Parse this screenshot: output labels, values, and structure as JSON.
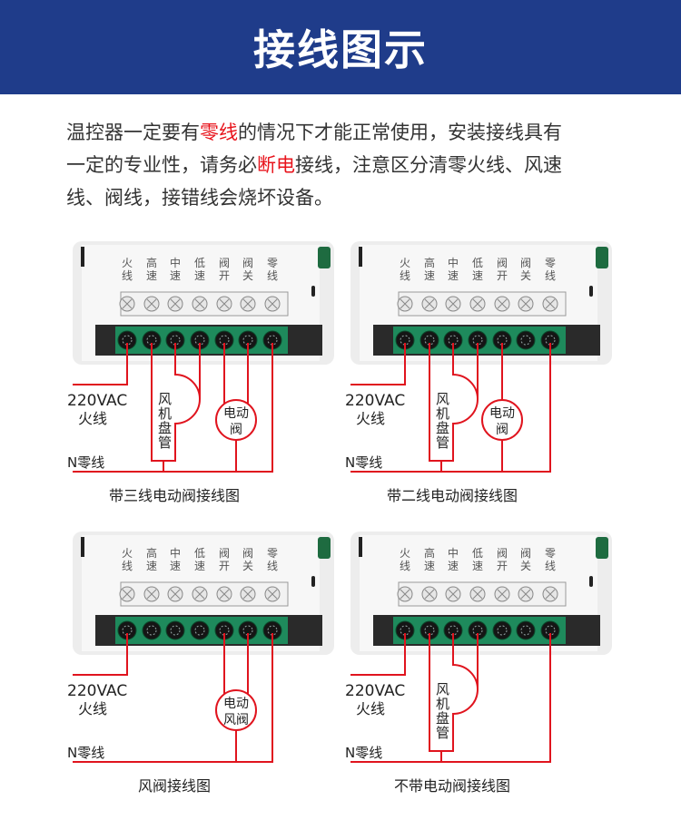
{
  "header": {
    "title": "接线图示"
  },
  "intro": {
    "lines": [
      [
        {
          "t": "温控器一定要有",
          "red": false
        },
        {
          "t": "零线",
          "red": true
        },
        {
          "t": "的情况下才能正常使用，安装接线具有",
          "red": false
        }
      ],
      [
        {
          "t": "一定的专业性，请务必",
          "red": false
        },
        {
          "t": "断电",
          "red": true
        },
        {
          "t": "接线，注意区分清零火线、风速",
          "red": false
        }
      ],
      [
        {
          "t": "线、阀线，接错线会烧坏设备。",
          "red": false
        }
      ]
    ]
  },
  "terminal_labels": [
    [
      "火",
      "线"
    ],
    [
      "高",
      "速"
    ],
    [
      "中",
      "速"
    ],
    [
      "低",
      "速"
    ],
    [
      "阀",
      "开"
    ],
    [
      "阀",
      "关"
    ],
    [
      "零",
      "线"
    ]
  ],
  "colors": {
    "header": "#1f3c8a",
    "wire": "#e0141e",
    "terminal_strip": "#1e8a5c",
    "highlight": "#e8141c"
  },
  "diagrams": [
    {
      "caption": "带三线电动阀接线图",
      "live_voltage": "220VAC",
      "live_label": "火线",
      "neutral_label": "N零线",
      "fan_coil": "风机盘管",
      "valve": [
        "电动",
        "阀"
      ],
      "valve_terminals": [
        5,
        6
      ]
    },
    {
      "caption": "带二线电动阀接线图",
      "live_voltage": "220VAC",
      "live_label": "火线",
      "neutral_label": "N零线",
      "fan_coil": "风机盘管",
      "valve": [
        "电动",
        "阀"
      ],
      "valve_terminals": [
        5
      ]
    },
    {
      "caption": "风阀接线图",
      "live_voltage": "220VAC",
      "live_label": "火线",
      "neutral_label": "N零线",
      "fan_coil": null,
      "valve": [
        "电动",
        "风阀"
      ],
      "valve_terminals": [
        5,
        6
      ]
    },
    {
      "caption": "不带电动阀接线图",
      "live_voltage": "220VAC",
      "live_label": "火线",
      "neutral_label": "N零线",
      "fan_coil": "风机盘管",
      "valve": null,
      "valve_terminals": []
    }
  ]
}
